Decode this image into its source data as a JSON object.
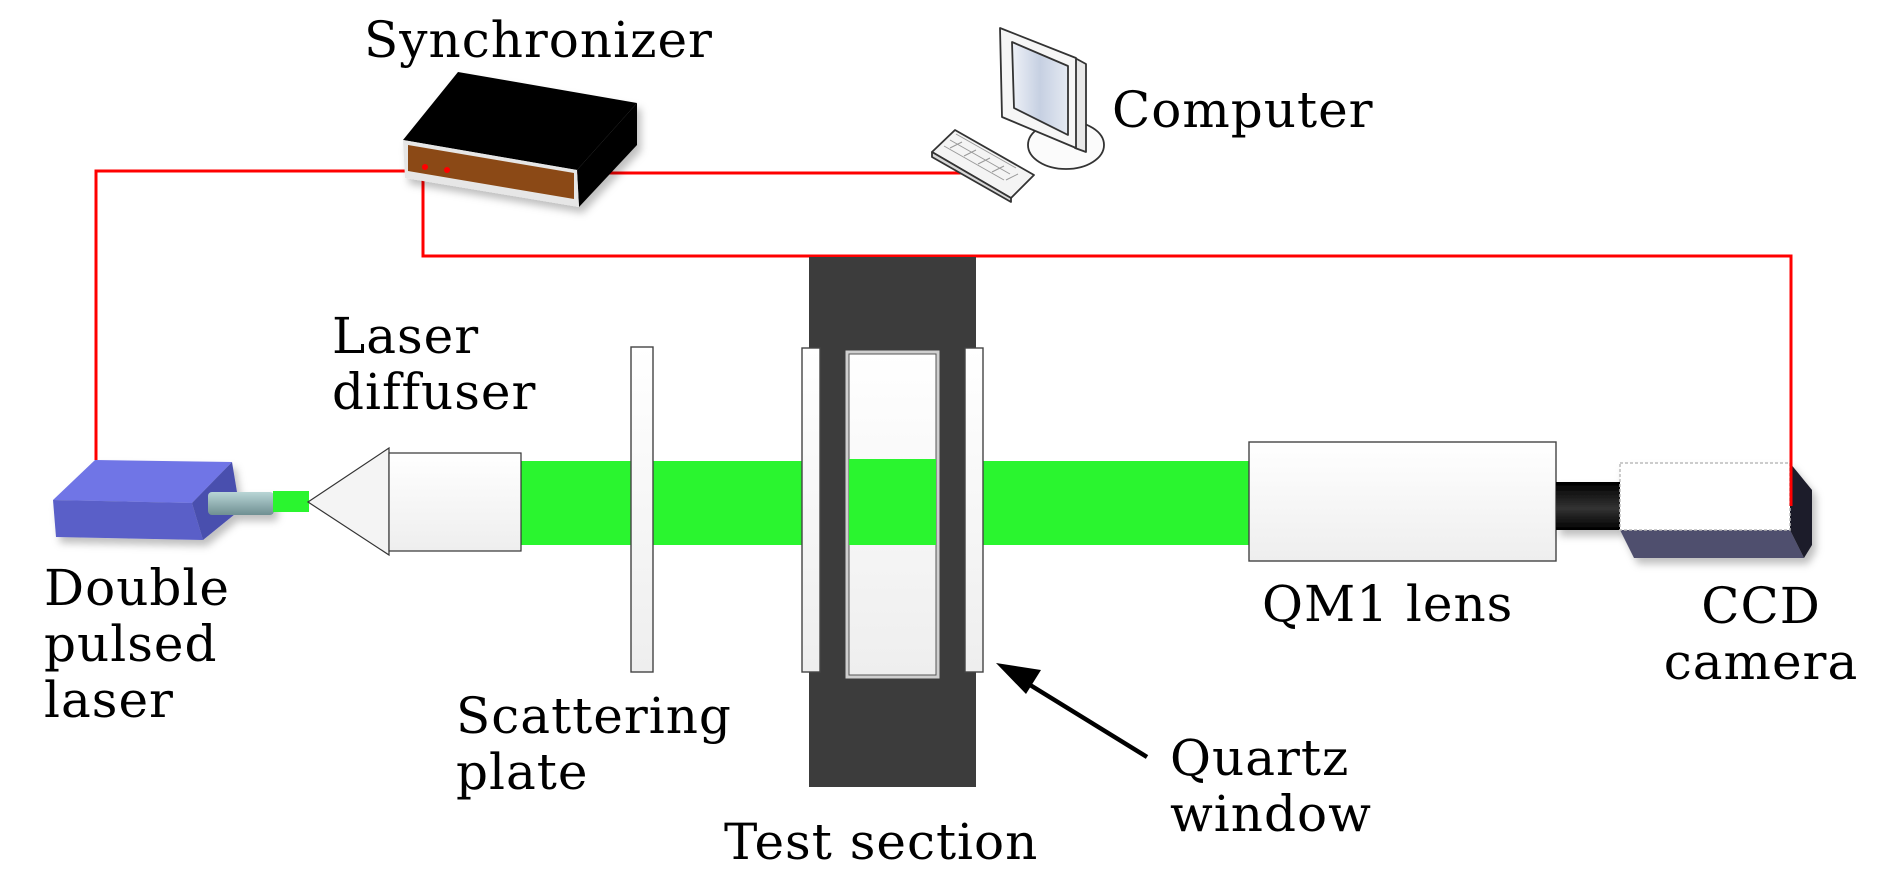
{
  "figure": {
    "title": "PIV experimental setup schematic",
    "colors": {
      "signal_wire": "#ff0000",
      "laser_beam": "#2af52f",
      "laser_body": "#6f74e6",
      "test_section": "#3c3c3c",
      "synchronizer_front": "#8b4a14",
      "camera_body": "#50506e"
    }
  },
  "labels": {
    "synchronizer": "Synchronizer",
    "computer": "Computer",
    "laser_diffuser": [
      "Laser",
      "diffuser"
    ],
    "double_pulsed_laser": [
      "Double",
      "pulsed",
      "laser"
    ],
    "scattering_plate": [
      "Scattering",
      "plate"
    ],
    "test_section": "Test section",
    "quartz_window": [
      "Quartz",
      "window"
    ],
    "qm1_lens": "QM1 lens",
    "ccd_camera": [
      "CCD",
      "camera"
    ]
  },
  "components": [
    {
      "id": "synchronizer",
      "icon": "synchronizer-box-icon"
    },
    {
      "id": "computer",
      "icon": "computer-monitor-icon"
    },
    {
      "id": "double_pulsed_laser",
      "icon": "laser-head-icon"
    },
    {
      "id": "laser_diffuser",
      "icon": "diffuser-cone-icon"
    },
    {
      "id": "scattering_plate",
      "icon": "plate-icon"
    },
    {
      "id": "test_section",
      "icon": "test-section-icon"
    },
    {
      "id": "quartz_window",
      "icon": "quartz-window-icon"
    },
    {
      "id": "qm1_lens",
      "icon": "lens-tube-icon"
    },
    {
      "id": "ccd_camera",
      "icon": "ccd-camera-icon"
    }
  ],
  "connections": [
    {
      "from": "synchronizer",
      "to": "double_pulsed_laser"
    },
    {
      "from": "synchronizer",
      "to": "computer"
    },
    {
      "from": "synchronizer",
      "to": "ccd_camera"
    }
  ]
}
